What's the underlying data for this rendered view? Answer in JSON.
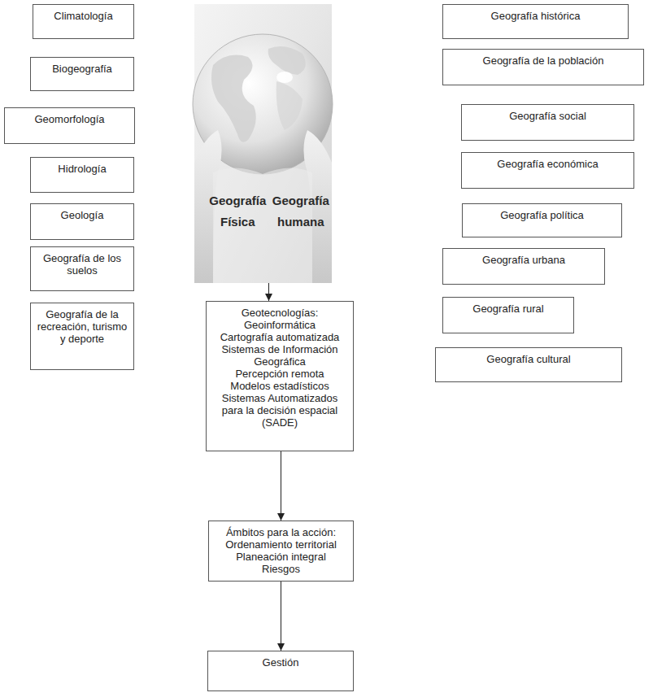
{
  "diagram": {
    "nodes": [
      {
        "text": [
          "Climatología"
        ]
      },
      {
        "text": [
          "Biogeografía"
        ]
      },
      {
        "text": [
          "Geomorfología"
        ]
      },
      {
        "text": [
          "Hidrología"
        ]
      },
      {
        "text": [
          "Geología"
        ]
      },
      {
        "text": [
          "Geografía de los suelos"
        ]
      },
      {
        "text": [
          "Geografía de la recreación, turismo y deporte"
        ]
      },
      {
        "text": [
          "Geografía Física",
          "Geografía humana"
        ]
      },
      {
        "text": [
          "Geografía histórica"
        ]
      },
      {
        "text": [
          "Geografía de la población"
        ]
      },
      {
        "text": [
          "Geografía social"
        ]
      },
      {
        "text": [
          "Geografía económica"
        ]
      },
      {
        "text": [
          "Geografía política"
        ]
      },
      {
        "text": [
          "Geografía urbana"
        ]
      },
      {
        "text": [
          "Geografía rural"
        ]
      },
      {
        "text": [
          "Geografía cultural"
        ]
      },
      {
        "text": [
          "Geotecnologías:",
          "Geoinformática",
          "Cartografía automatizada",
          "Sistemas de Información Geográfica",
          "Percepción remota",
          "Modelos estadísticos",
          "Sistemas Automatizados para la decisión espacial (SADE)"
        ]
      },
      {
        "text": [
          "Ámbitos para la acción:",
          "Ordenamiento territorial",
          "Planeación integral",
          "Riesgos"
        ]
      },
      {
        "text": [
          "Gestión"
        ]
      }
    ],
    "edges": [
      {
        "from": 7,
        "to": 16,
        "arrow": "to"
      },
      {
        "from": 16,
        "to": 17,
        "arrow": "to"
      },
      {
        "from": 17,
        "to": 18,
        "arrow": "to"
      }
    ]
  }
}
